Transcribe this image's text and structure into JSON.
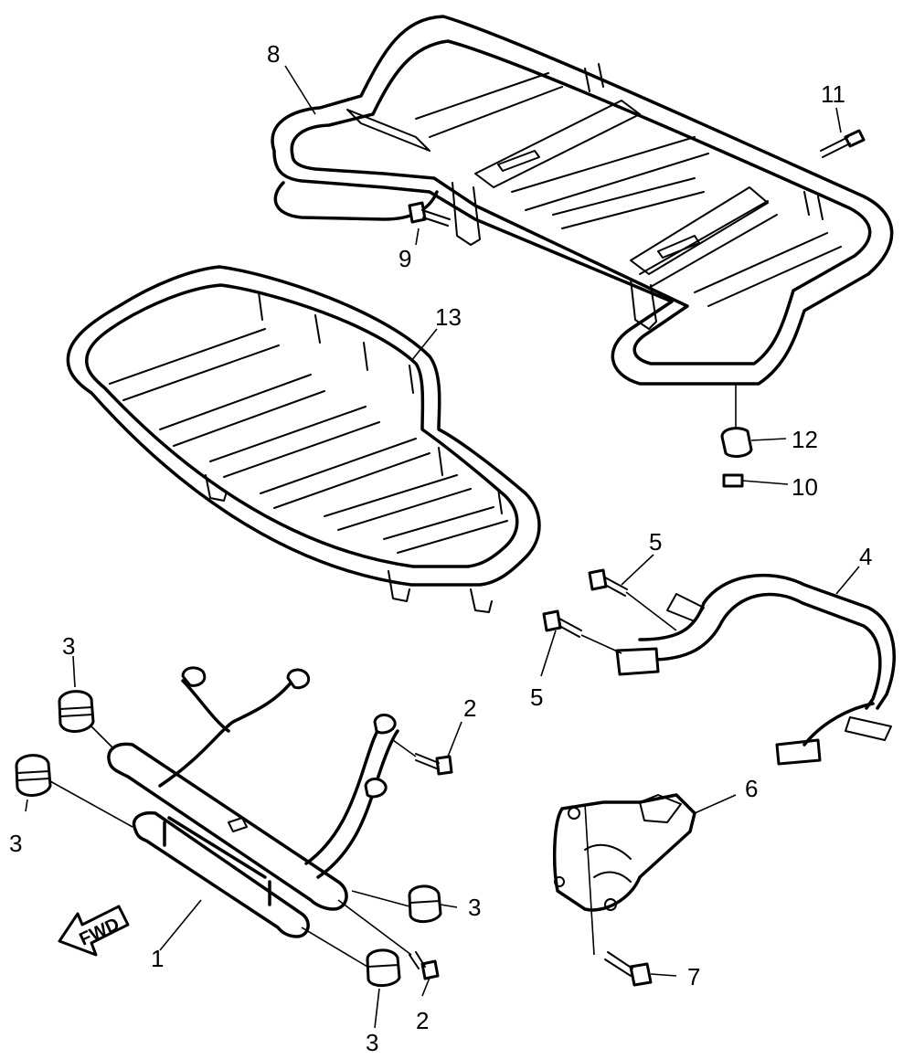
{
  "callouts": [
    {
      "id": "c1",
      "text": "1"
    },
    {
      "id": "c2a",
      "text": "2"
    },
    {
      "id": "c2b",
      "text": "2"
    },
    {
      "id": "c3a",
      "text": "3"
    },
    {
      "id": "c3b",
      "text": "3"
    },
    {
      "id": "c3c",
      "text": "3"
    },
    {
      "id": "c3d",
      "text": "3"
    },
    {
      "id": "c4",
      "text": "4"
    },
    {
      "id": "c5a",
      "text": "5"
    },
    {
      "id": "c5b",
      "text": "5"
    },
    {
      "id": "c6",
      "text": "6"
    },
    {
      "id": "c7",
      "text": "7"
    },
    {
      "id": "c8",
      "text": "8"
    },
    {
      "id": "c9",
      "text": "9"
    },
    {
      "id": "c10",
      "text": "10"
    },
    {
      "id": "c11",
      "text": "11"
    },
    {
      "id": "c12",
      "text": "12"
    },
    {
      "id": "c13",
      "text": "13"
    }
  ],
  "direction_arrow": {
    "text": "FWD",
    "icon": "forward-arrow-icon"
  }
}
